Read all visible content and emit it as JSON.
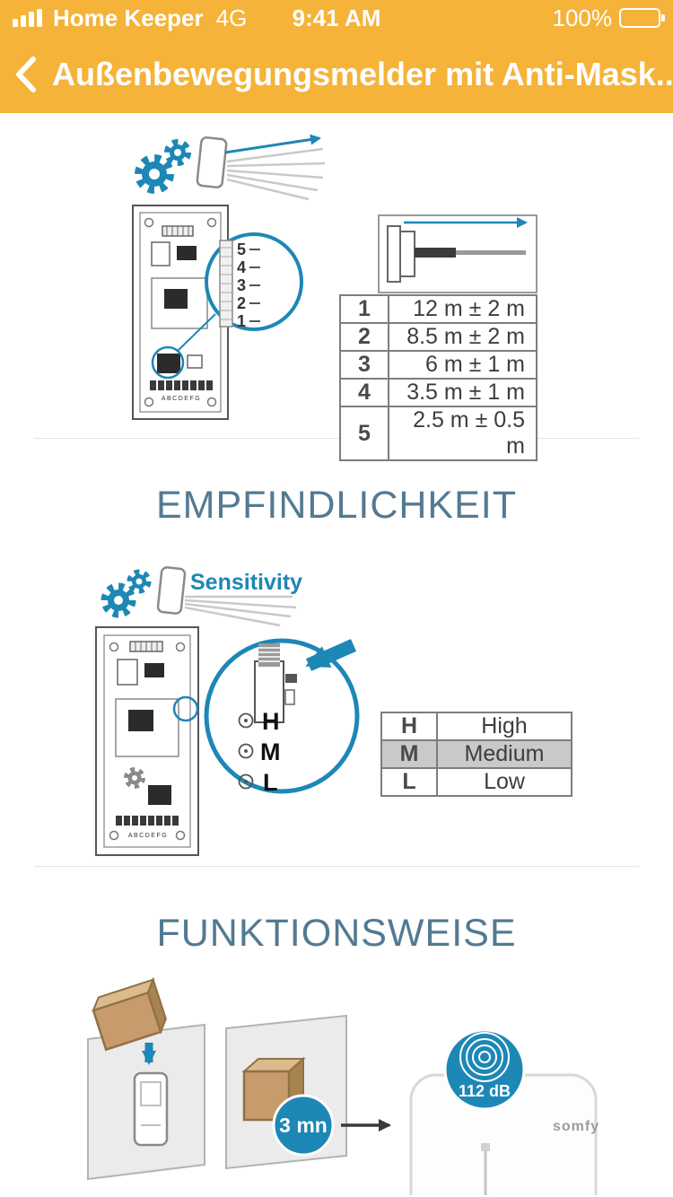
{
  "status_bar": {
    "carrier": "Home Keeper",
    "network": "4G",
    "time": "9:41 AM",
    "battery": "100%"
  },
  "nav": {
    "title": "Außenbewegungsmelder mit Anti-Mask..."
  },
  "range_section": {
    "dial": [
      "5",
      "4",
      "3",
      "2",
      "1"
    ],
    "connector_label": "ABCDEFG",
    "table": {
      "rows": [
        {
          "level": "1",
          "value": "12 m ± 2 m"
        },
        {
          "level": "2",
          "value": "8.5 m ± 2 m"
        },
        {
          "level": "3",
          "value": "6 m ± 1 m"
        },
        {
          "level": "4",
          "value": "3.5 m ± 1 m"
        },
        {
          "level": "5",
          "value": "2.5 m ± 0.5 m"
        }
      ]
    }
  },
  "sensitivity_section": {
    "heading": "EMPFINDLICHKEIT",
    "icon_label": "Sensitivity",
    "switch_labels": [
      "H",
      "M",
      "L"
    ],
    "connector_label": "ABCDEFG",
    "table": {
      "selected": "M",
      "rows": [
        {
          "key": "H",
          "value": "High"
        },
        {
          "key": "M",
          "value": "Medium"
        },
        {
          "key": "L",
          "value": "Low"
        }
      ]
    }
  },
  "operation_section": {
    "heading": "FUNKTIONSWEISE",
    "timer": "3 mn",
    "volume": "112 dB",
    "brand": "somfy"
  },
  "colors": {
    "nav_bg": "#F5B339",
    "accent_blue": "#1D87B5",
    "heading": "#537A92",
    "row_highlight": "#C9C9C9"
  }
}
